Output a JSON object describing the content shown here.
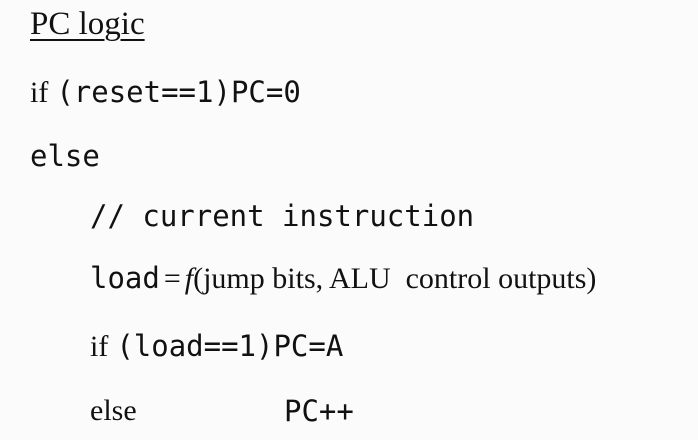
{
  "heading": "PC logic",
  "lines": {
    "l1": {
      "if": "if",
      "cond": "(reset==1)",
      "assign": "PC=0"
    },
    "l2": {
      "else": "else"
    },
    "l3": {
      "comment": "// current instruction"
    },
    "l4": {
      "lhs": "load",
      "eq": "=",
      "fn": "f",
      "args": "(jump bits, ALU  control outputs)"
    },
    "l5": {
      "if": "if",
      "cond": "(load==1)",
      "assign": "PC=A"
    },
    "l6": {
      "else": "else",
      "assign": "PC++"
    }
  }
}
